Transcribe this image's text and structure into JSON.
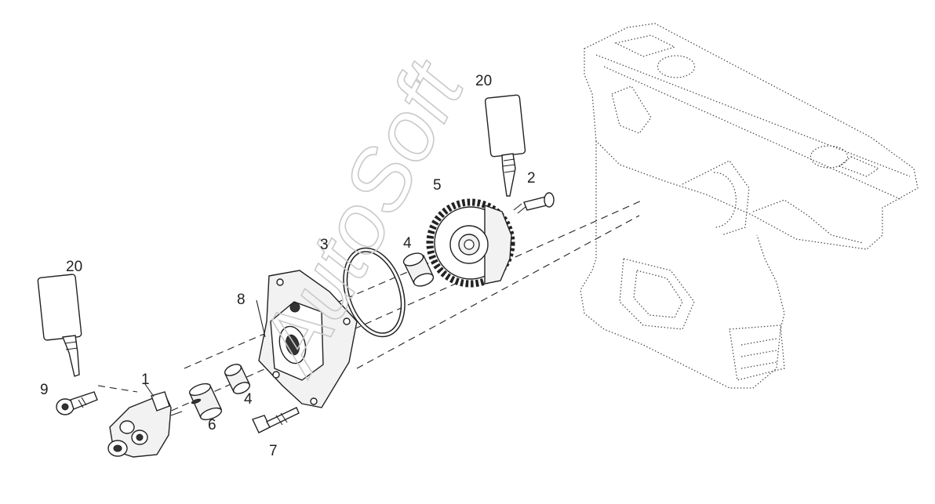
{
  "diagram": {
    "watermark": "AutoSoft",
    "callouts": {
      "c1": "1",
      "c2": "2",
      "c3": "3",
      "c4a": "4",
      "c4b": "4",
      "c5": "5",
      "c6": "6",
      "c7": "7",
      "c8": "8",
      "c9": "9",
      "c20a": "20",
      "c20b": "20"
    }
  }
}
